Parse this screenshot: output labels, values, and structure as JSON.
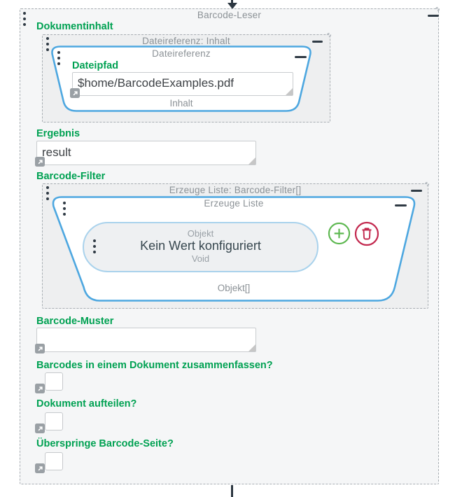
{
  "node": {
    "title": "Barcode-Leser"
  },
  "sections": {
    "dokumentinhalt": {
      "label": "Dokumentinhalt",
      "container_title": "Dateireferenz: Inhalt",
      "inner": {
        "title": "Dateireferenz",
        "field_label": "Dateipfad",
        "field_value": "$home/BarcodeExamples.pdf",
        "output_port": "Inhalt"
      }
    },
    "ergebnis": {
      "label": "Ergebnis",
      "value": "result"
    },
    "barcode_filter": {
      "label": "Barcode-Filter",
      "container_title": "Erzeuge Liste: Barcode-Filter[]",
      "inner": {
        "title": "Erzeuge Liste",
        "item": {
          "type_label": "Objekt",
          "value_label": "Kein Wert konfiguriert",
          "subtype_label": "Void"
        },
        "output_port": "Objekt[]"
      }
    },
    "barcode_muster": {
      "label": "Barcode-Muster",
      "value": ""
    },
    "checkboxes": [
      {
        "label": "Barcodes in einem Dokument zusammenfassen?",
        "checked": false
      },
      {
        "label": "Dokument aufteilen?",
        "checked": false
      },
      {
        "label": "Überspringe Barcode-Seite?",
        "checked": false
      }
    ]
  },
  "colors": {
    "accent_green": "#00a152",
    "node_blue": "#4da7e0",
    "add_green": "#5cb74f",
    "delete_red": "#c2274d",
    "title_gray": "#8b9196",
    "dark": "#2f3a44"
  }
}
